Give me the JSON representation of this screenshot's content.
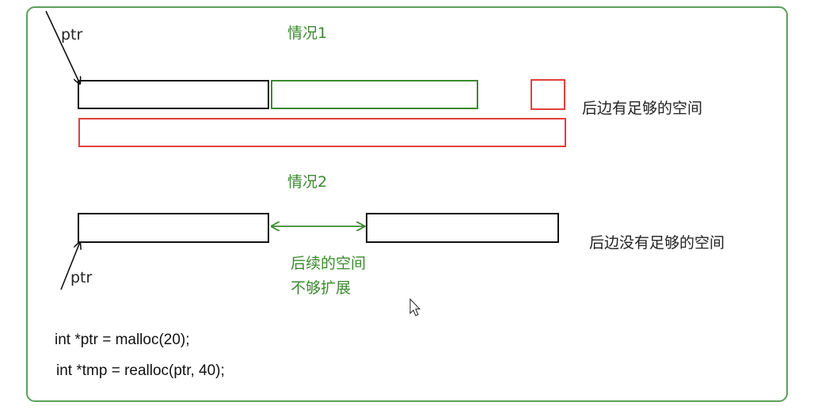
{
  "colors": {
    "frame": "#5aa05a",
    "green": "#3a8a2e",
    "red": "#e0403a",
    "black": "#111111"
  },
  "case1": {
    "title": "情况1",
    "ptr_label": "ptr",
    "side_note": "后边有足够的空间"
  },
  "case2": {
    "title": "情况2",
    "ptr_label": "ptr",
    "side_note": "后边没有足够的空间",
    "gap_note_line1": "后续的空间",
    "gap_note_line2": "不够扩展"
  },
  "code": {
    "line1": "int *ptr = malloc(20);",
    "line2": "int *tmp = realloc(ptr, 40);"
  },
  "icons": {
    "cursor": "mouse-pointer-icon"
  }
}
